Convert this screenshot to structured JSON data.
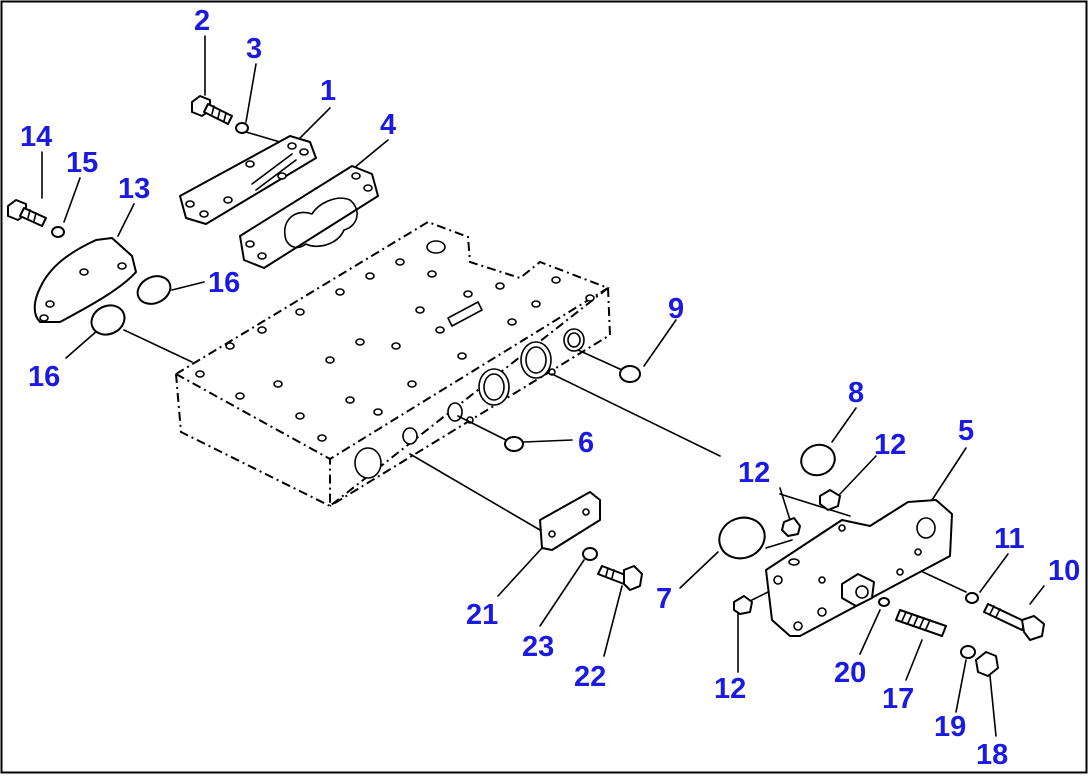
{
  "callouts": [
    {
      "id": "c1",
      "text": "1"
    },
    {
      "id": "c2",
      "text": "2"
    },
    {
      "id": "c3",
      "text": "3"
    },
    {
      "id": "c4",
      "text": "4"
    },
    {
      "id": "c5",
      "text": "5"
    },
    {
      "id": "c6",
      "text": "6"
    },
    {
      "id": "c7",
      "text": "7"
    },
    {
      "id": "c8",
      "text": "8"
    },
    {
      "id": "c9",
      "text": "9"
    },
    {
      "id": "c10",
      "text": "10"
    },
    {
      "id": "c11",
      "text": "11"
    },
    {
      "id": "c12a",
      "text": "12"
    },
    {
      "id": "c12b",
      "text": "12"
    },
    {
      "id": "c12c",
      "text": "12"
    },
    {
      "id": "c13",
      "text": "13"
    },
    {
      "id": "c14",
      "text": "14"
    },
    {
      "id": "c15",
      "text": "15"
    },
    {
      "id": "c16a",
      "text": "16"
    },
    {
      "id": "c16b",
      "text": "16"
    },
    {
      "id": "c17",
      "text": "17"
    },
    {
      "id": "c18",
      "text": "18"
    },
    {
      "id": "c19",
      "text": "19"
    },
    {
      "id": "c20",
      "text": "20"
    },
    {
      "id": "c21",
      "text": "21"
    },
    {
      "id": "c22",
      "text": "22"
    },
    {
      "id": "c23",
      "text": "23"
    }
  ],
  "colors": {
    "callout": "#1a1ae0",
    "line": "#000000",
    "background": "#ffffff"
  }
}
